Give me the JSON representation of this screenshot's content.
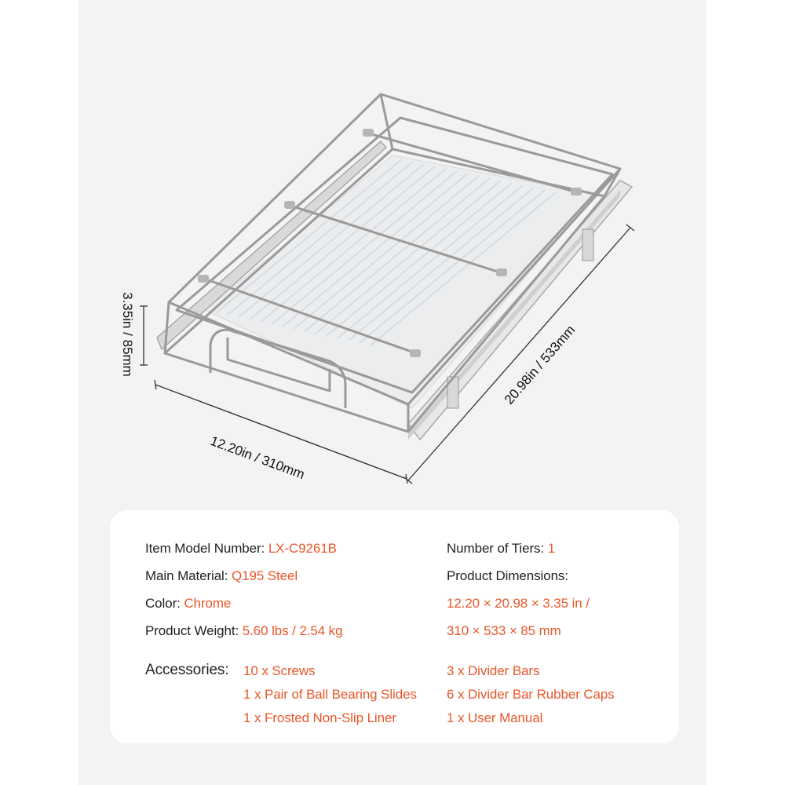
{
  "dimensions": {
    "height_label": "3.35in / 85mm",
    "width_label": "12.20in / 310mm",
    "depth_label": "20.98in / 533mm"
  },
  "specs": {
    "model_label": "Item Model Number:",
    "model_value": "LX-C9261B",
    "material_label": "Main Material:",
    "material_value": "Q195 Steel",
    "color_label": "Color:",
    "color_value": "Chrome",
    "weight_label": "Product Weight:",
    "weight_value": "5.60 lbs / 2.54 kg",
    "tiers_label": "Number of Tiers:",
    "tiers_value": "1",
    "dimensions_label": "Product Dimensions:",
    "dimensions_in": "12.20 × 20.98 × 3.35 in /",
    "dimensions_mm": "310 × 533 × 85 mm"
  },
  "accessories": {
    "label": "Accessories:",
    "items_left": [
      "10 x Screws",
      "1 x Pair of Ball Bearing Slides",
      "1 x Frosted Non-Slip Liner"
    ],
    "items_right": [
      "3 x Divider Bars",
      "6 x Divider Bar Rubber Caps",
      "1 x User Manual"
    ]
  },
  "colors": {
    "accent": "#e8572a",
    "panel": "#f3f3f3",
    "chrome": "#9a9a9a"
  }
}
